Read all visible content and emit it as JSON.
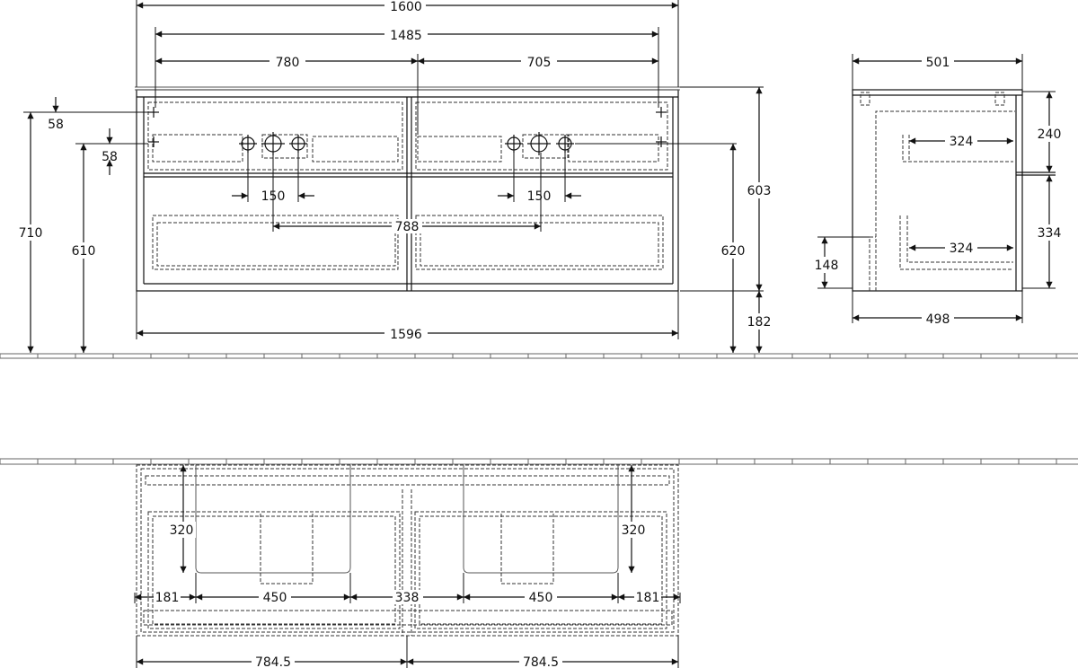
{
  "front_view": {
    "dims": {
      "overall_width": "1600",
      "inner_width": "1485",
      "left_basin_offset": "780",
      "right_basin_offset": "705",
      "top_offset_a": "58",
      "top_offset_b": "58",
      "overall_height": "710",
      "drawer_height": "610",
      "tap_spacing_left": "150",
      "tap_spacing_right": "150",
      "basin_spacing": "788",
      "cabinet_height": "603",
      "wall_height": "620",
      "floor_gap": "182",
      "bottom_width": "1596"
    }
  },
  "side_view": {
    "dims": {
      "depth_top": "501",
      "upper_drawer_depth": "324",
      "lower_drawer_depth": "324",
      "upper_height": "240",
      "lower_height": "334",
      "low_height": "148",
      "depth_bottom": "498"
    }
  },
  "top_view": {
    "dims": {
      "left_depth": "320",
      "right_depth": "320",
      "left_edge": "181",
      "left_basin_width": "450",
      "center_gap": "338",
      "right_basin_width": "450",
      "right_edge": "181",
      "left_half": "784.5",
      "right_half": "784.5"
    }
  }
}
